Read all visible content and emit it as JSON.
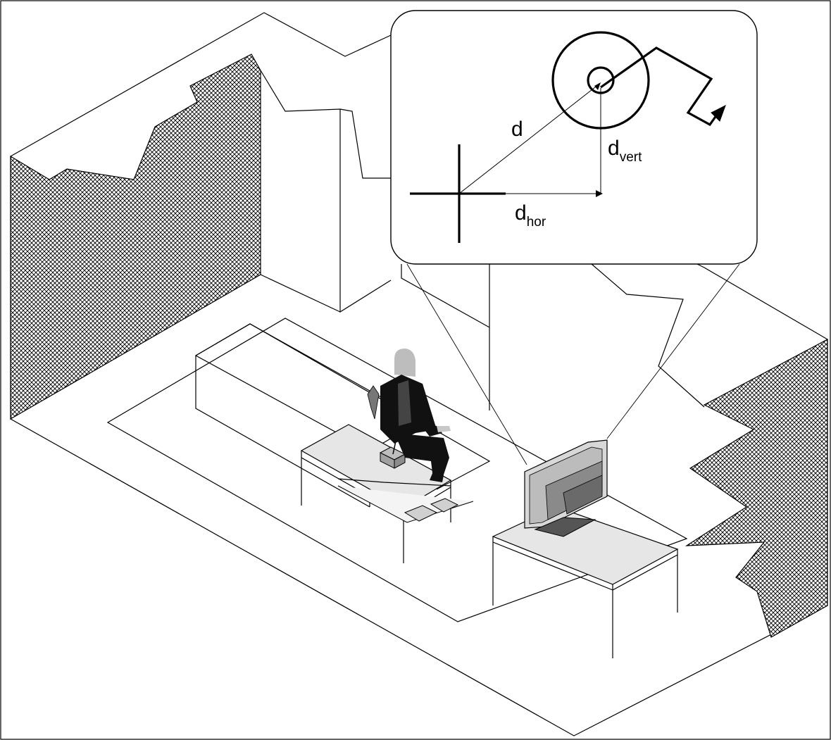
{
  "inset": {
    "label_d": "d",
    "label_vert_main": "d",
    "label_vert_sub": "vert",
    "label_hor_main": "d",
    "label_hor_sub": "hor"
  }
}
